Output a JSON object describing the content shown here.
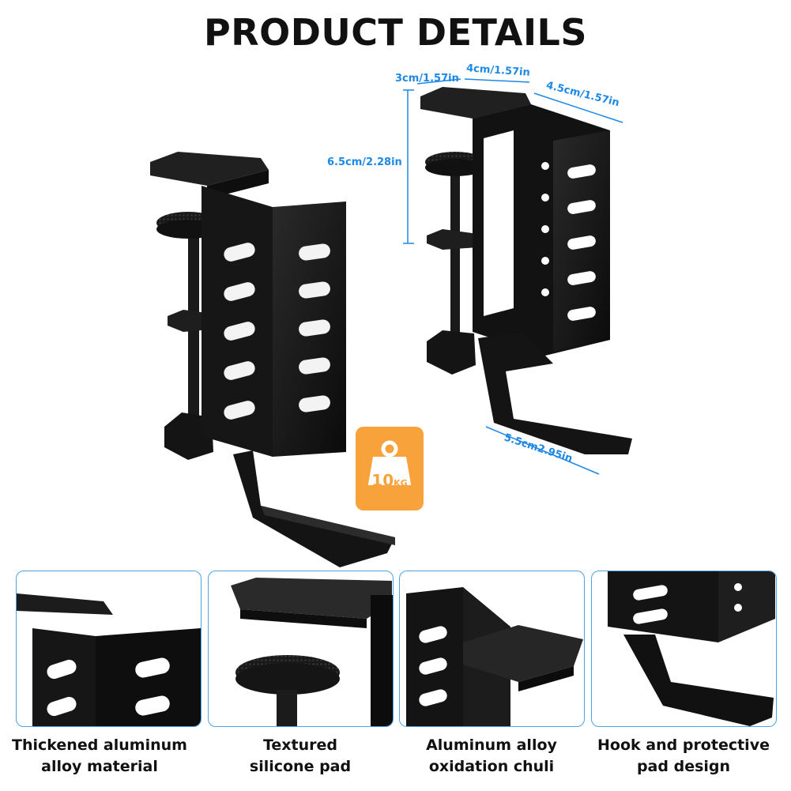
{
  "title": "PRODUCT DETAILS",
  "dimensions": {
    "top_depth": "3cm/1.57in",
    "top_width": "4cm/1.57in",
    "side_width": "4.5cm/1.57in",
    "height": "6.5cm/2.28in",
    "hook_length": "5.5cm2.95in"
  },
  "badge": {
    "value": "10",
    "unit": "KG",
    "icon": "weight-icon",
    "color": "#f7a23b"
  },
  "features": [
    {
      "line1": "Thickened aluminum",
      "line2": "alloy material"
    },
    {
      "line1": "Textured",
      "line2": "silicone pad"
    },
    {
      "line1": "Aluminum alloy",
      "line2": "oxidation chuli"
    },
    {
      "line1": "Hook and protective",
      "line2": "pad design"
    }
  ],
  "colors": {
    "accent": "#1e88e5",
    "panel_border": "#4da3e8",
    "product": "#111111"
  }
}
